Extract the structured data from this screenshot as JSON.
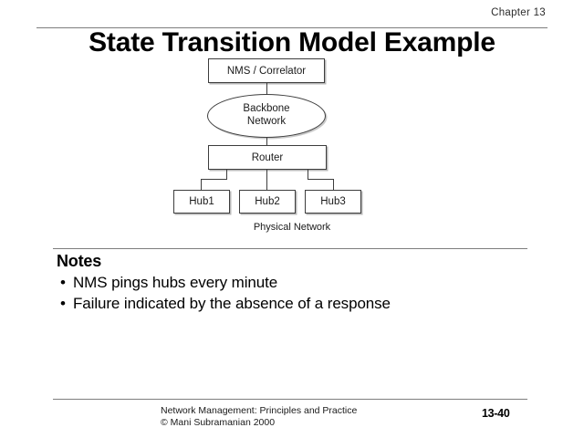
{
  "header": {
    "chapter": "Chapter 13"
  },
  "title": "State Transition Model Example",
  "diagram": {
    "caption": "Physical Network",
    "nodes": {
      "nms": "NMS / Correlator",
      "backbone_line1": "Backbone",
      "backbone_line2": "Network",
      "router": "Router",
      "hub1": "Hub1",
      "hub2": "Hub2",
      "hub3": "Hub3"
    }
  },
  "notes": {
    "heading": "Notes",
    "bullet_glyph": "•",
    "items": [
      "NMS pings hubs every minute",
      "Failure indicated by the absence of a response"
    ]
  },
  "footer": {
    "credit_line1": "Network Management: Principles and Practice",
    "credit_line2": "©  Mani Subramanian 2000",
    "page_number": "13-40"
  }
}
